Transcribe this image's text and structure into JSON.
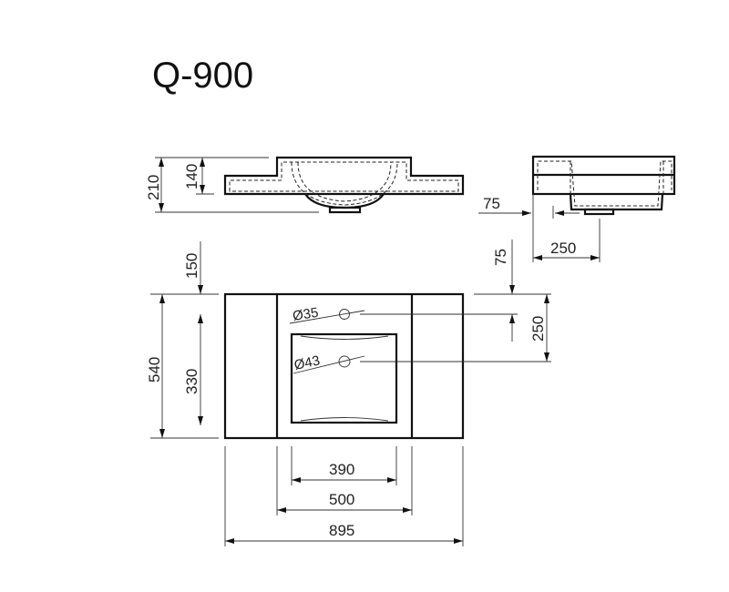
{
  "title": "Q-900",
  "front_view": {
    "height_total": "210",
    "height_upper": "140"
  },
  "side_view": {
    "offset": "75",
    "depth": "250"
  },
  "top_view": {
    "tap_hole": "Ø35",
    "drain_hole": "Ø43",
    "top_offset": "150",
    "basin_length": "330",
    "total_depth": "540",
    "hole_offset": "75",
    "hole_spacing": "250",
    "basin_width": "390",
    "center_width": "500",
    "total_width": "895"
  }
}
